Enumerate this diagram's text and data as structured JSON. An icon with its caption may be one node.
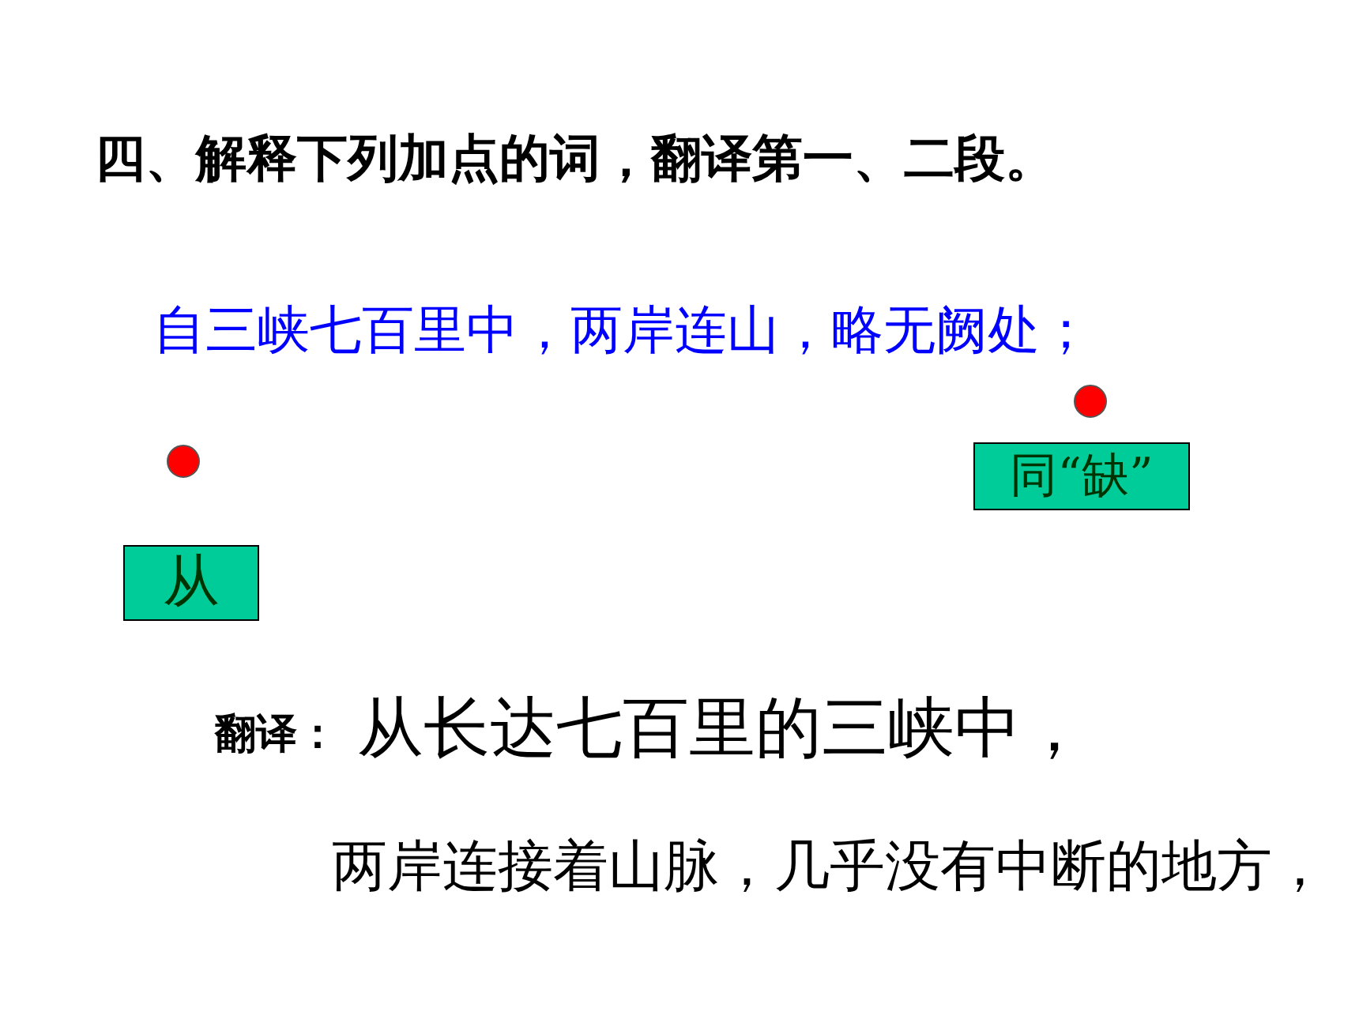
{
  "diagram": {
    "title": "四、解释下列加点的词，翻译第一、二段。",
    "nodes": [
      {
        "text": [
          "从"
        ]
      },
      {
        "text": [
          "同“缺”"
        ]
      }
    ],
    "edges": [],
    "labels": [
      "自三峡七百里中，两岸连山，略无阙处；",
      "翻译：",
      "从长达七百里的三峡中，",
      "两岸连接着山脉，几乎没有中断的地方，"
    ]
  }
}
